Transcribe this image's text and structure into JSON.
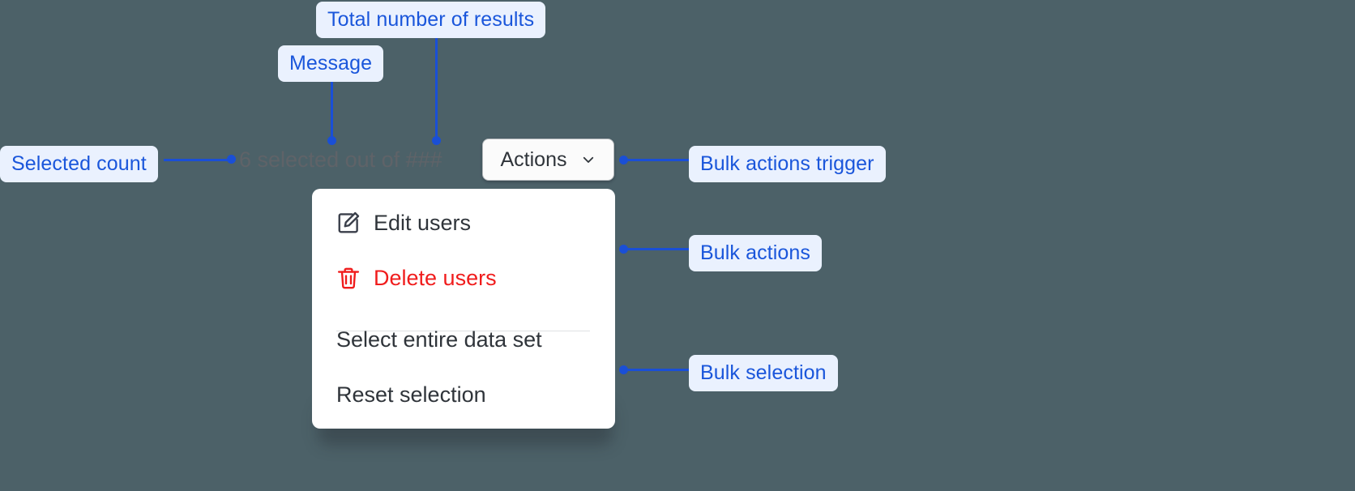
{
  "canvas": {
    "background_color": "#4c6168",
    "annotation_color": "#1a4fd6",
    "annotation_badge_bg": "#eaf1fe",
    "danger_color": "#f01c1c"
  },
  "annotations": [
    {
      "id": "total-results",
      "label": "Total number of results"
    },
    {
      "id": "message",
      "label": "Message"
    },
    {
      "id": "selected-count",
      "label": "Selected count"
    },
    {
      "id": "bulk-trigger",
      "label": "Bulk actions trigger"
    },
    {
      "id": "bulk-actions",
      "label": "Bulk actions"
    },
    {
      "id": "bulk-selection",
      "label": "Bulk selection"
    }
  ],
  "bulk_bar": {
    "message_prefix": "6 selected out of ",
    "total_placeholder": "###",
    "message_full": "6 selected out of ###",
    "selected_count": 6,
    "trigger": {
      "label": "Actions",
      "icon": "chevron-down-icon"
    }
  },
  "menu": {
    "groups": [
      {
        "name": "bulk-actions",
        "items": [
          {
            "label": "Edit users",
            "icon": "pencil-square-icon",
            "danger": false
          },
          {
            "label": "Delete users",
            "icon": "trash-icon",
            "danger": true
          }
        ]
      },
      {
        "name": "bulk-selection",
        "items": [
          {
            "label": "Select entire data set",
            "icon": null,
            "danger": false
          },
          {
            "label": "Reset selection",
            "icon": null,
            "danger": false
          }
        ]
      }
    ]
  }
}
